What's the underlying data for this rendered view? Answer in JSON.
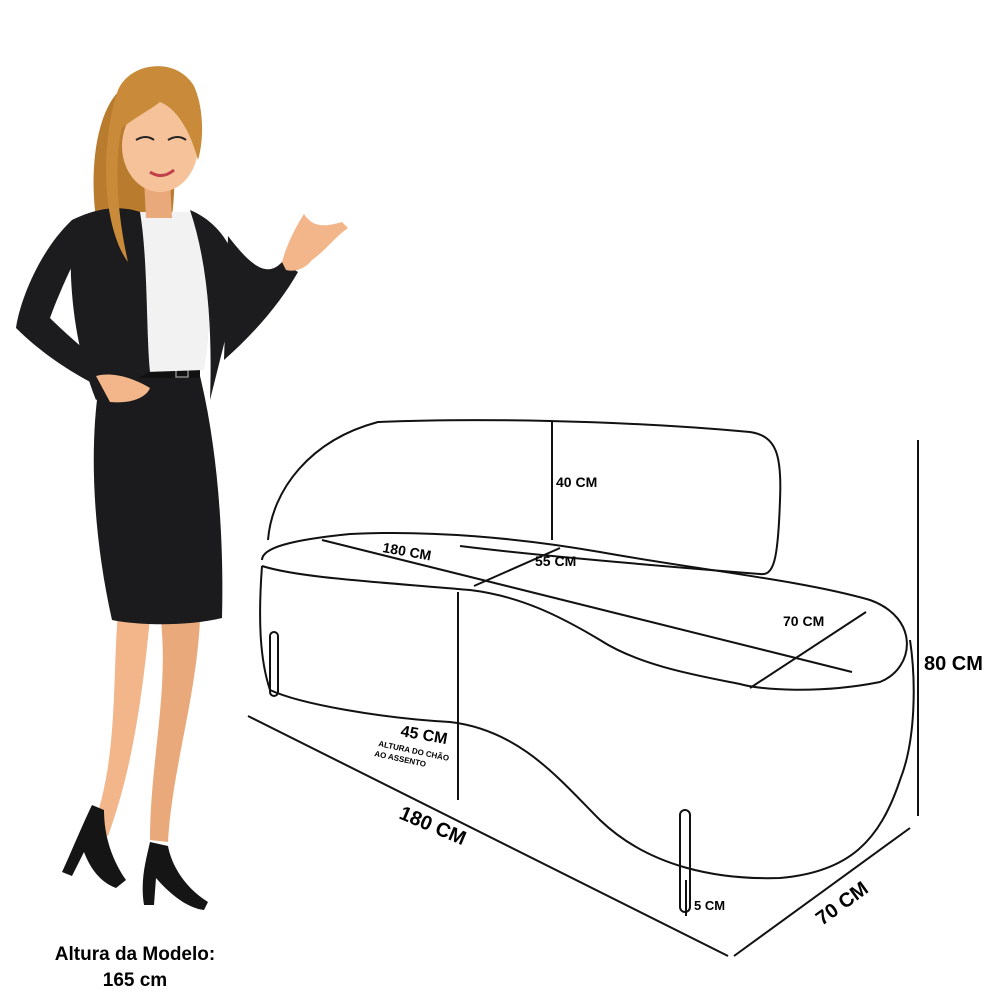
{
  "model_caption": {
    "line1": "Altura da Modelo:",
    "line2": "165 cm"
  },
  "dimensions": {
    "backrest_height": "40 CM",
    "seat_length": "180 CM",
    "seat_depth_back": "55 CM",
    "seat_depth_right": "70 CM",
    "total_height": "80 CM",
    "seat_height": "45 CM",
    "seat_height_note_line1": "ALTURA DO CHÃO",
    "seat_height_note_line2": "AO ASSENTO",
    "overall_length": "180 CM",
    "overall_depth": "70 CM",
    "leg_height": "5 CM"
  },
  "colors": {
    "line": "#111111",
    "jacket": "#1c1c1e",
    "skin": "#f2b68a",
    "hair": "#c98b3a"
  }
}
